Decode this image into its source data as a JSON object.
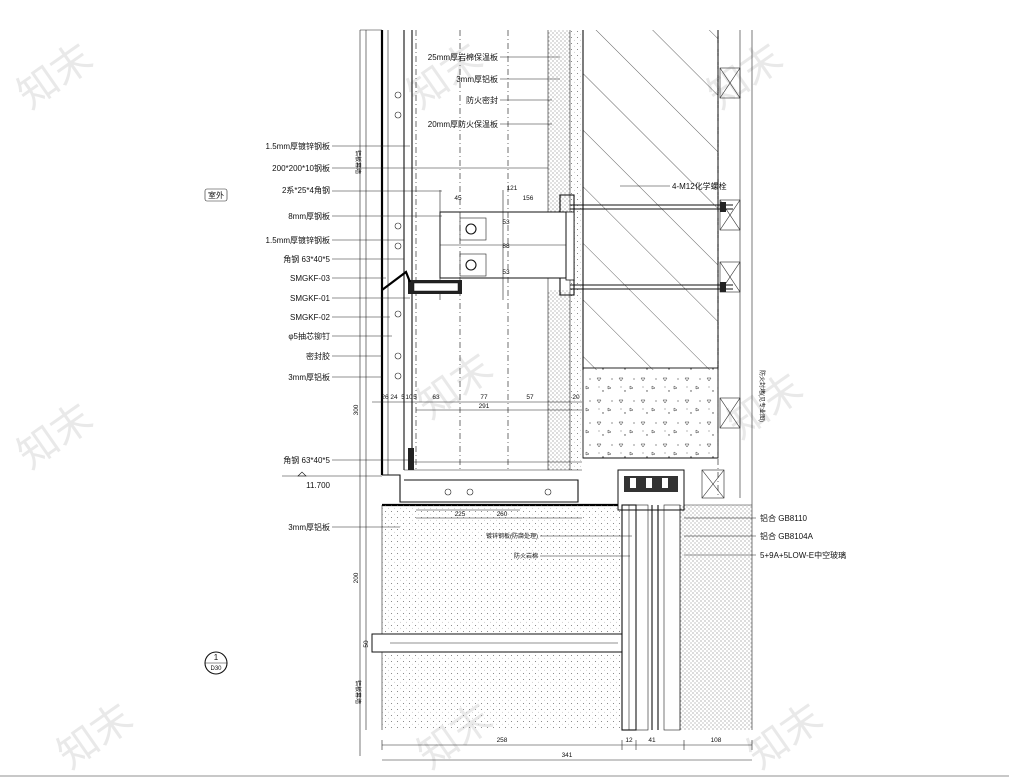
{
  "markers": {
    "exterior": "室外",
    "section_number": "1",
    "section_sheet": "D30"
  },
  "left_labels": [
    "1.5mm厚镀锌钢板",
    "200*200*10钢板",
    "2系*25*4角钢",
    "8mm厚钢板",
    "1.5mm厚镀锌钢板",
    "角钢 63*40*5",
    "SMGKF-03",
    "SMGKF-01",
    "SMGKF-02",
    "φ5抽芯铆钉",
    "密封胶",
    "3mm厚铝板",
    "角钢 63*40*5",
    "3mm厚铝板"
  ],
  "top_labels": [
    "25mm厚岩棉保温板",
    "3mm厚铝板",
    "防火密封",
    "20mm厚防火保温板"
  ],
  "anchor_label": "4-M12化学螺栓",
  "bottom_labels": [
    "镀锌钢板(防腐处理)",
    "防火岩棉"
  ],
  "right_labels": [
    "铝合 GB8110",
    "铝合 GB8104A",
    "5+9A+5LOW-E中空玻璃"
  ],
  "vertical_labels": {
    "left_upper": "铝板幕墙",
    "left_lower": "铝板幕墙",
    "right": "防火封堵(见专业图)"
  },
  "elevation": "11.700",
  "dimensions": {
    "d45": "45",
    "d121": "121",
    "d156": "156",
    "d53a": "53",
    "d88": "88",
    "d53b": "53",
    "d26": "26",
    "d24": "24",
    "d5a": "5",
    "d10": "10",
    "d5b": "5",
    "d63": "63",
    "d77": "77",
    "d57": "57",
    "d20": "20",
    "d291": "291",
    "d300v": "300",
    "d225": "225",
    "d260": "260",
    "d200v": "200",
    "d50": "50",
    "d258": "258",
    "d12": "12",
    "d41": "41",
    "d108": "108",
    "d341": "341"
  },
  "watermark": "知末"
}
